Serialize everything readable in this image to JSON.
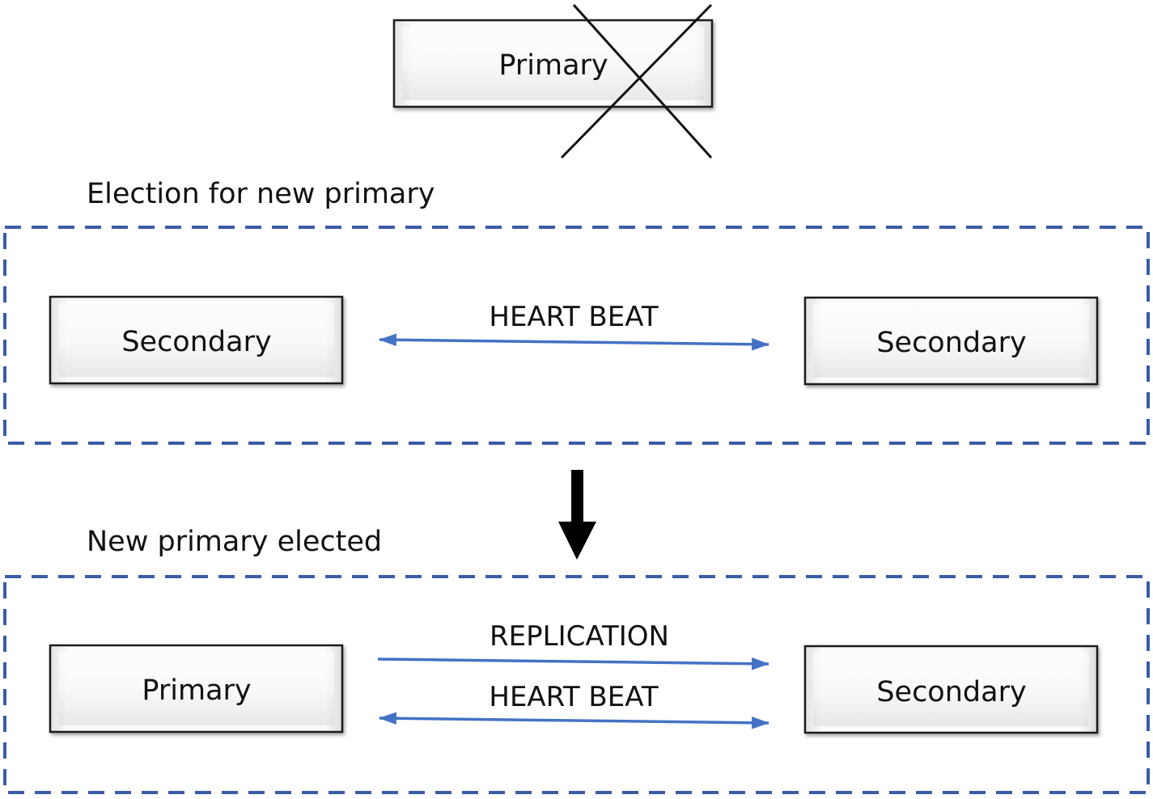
{
  "sections": {
    "failed": {
      "node_label": "Primary"
    },
    "election": {
      "title": "Election for new primary",
      "left_node": "Secondary",
      "right_node": "Secondary",
      "link_label": "HEART BEAT"
    },
    "elected": {
      "title": "New primary elected",
      "left_node": "Primary",
      "right_node": "Secondary",
      "replication_label": "REPLICATION",
      "heartbeat_label": "HEART BEAT"
    }
  },
  "colors": {
    "group_border": "#3b5ca5",
    "arrow": "#4472c4",
    "node_border": "#1a1a1a",
    "cross": "#111111",
    "flow_arrow": "#000000"
  }
}
